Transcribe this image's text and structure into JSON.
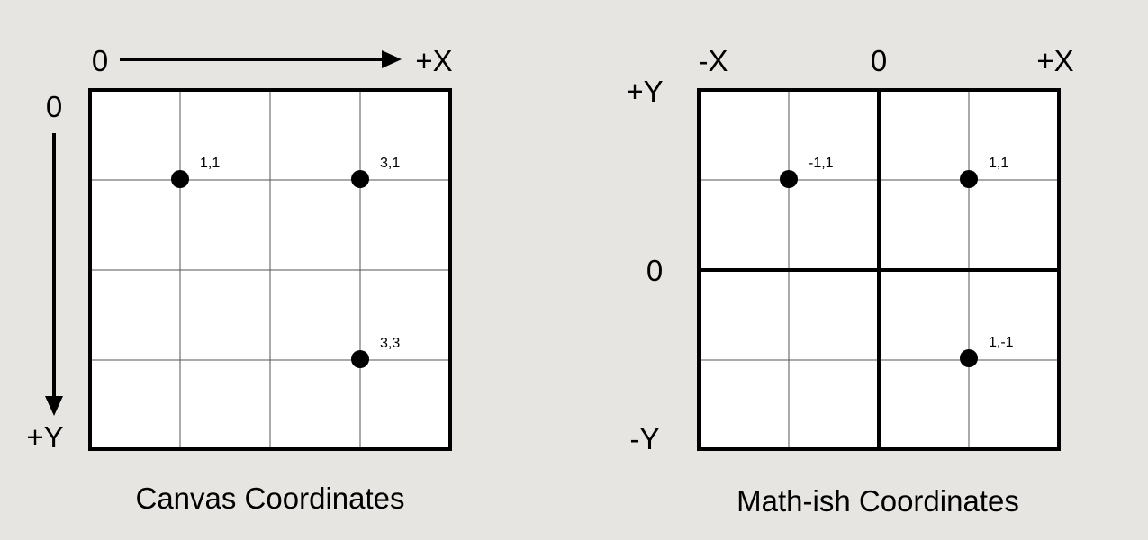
{
  "colors": {
    "background": "#e6e5e1",
    "panel": "#ffffff",
    "ink": "#000000",
    "grid": "#555555"
  },
  "canvas_panel": {
    "caption": "Canvas Coordinates",
    "x_origin_label": "0",
    "x_positive_label": "+X",
    "y_origin_label": "0",
    "y_positive_label": "+Y",
    "points": [
      {
        "x": 1,
        "y": 1,
        "label": "1,1"
      },
      {
        "x": 3,
        "y": 1,
        "label": "3,1"
      },
      {
        "x": 3,
        "y": 3,
        "label": "3,3"
      }
    ]
  },
  "math_panel": {
    "caption": "Math-ish Coordinates",
    "x_negative_label": "-X",
    "x_origin_label": "0",
    "x_positive_label": "+X",
    "y_positive_label": "+Y",
    "y_origin_label": "0",
    "y_negative_label": "-Y",
    "points": [
      {
        "x": -1,
        "y": 1,
        "label": "-1,1"
      },
      {
        "x": 1,
        "y": 1,
        "label": "1,1"
      },
      {
        "x": 1,
        "y": -1,
        "label": "1,-1"
      }
    ]
  }
}
